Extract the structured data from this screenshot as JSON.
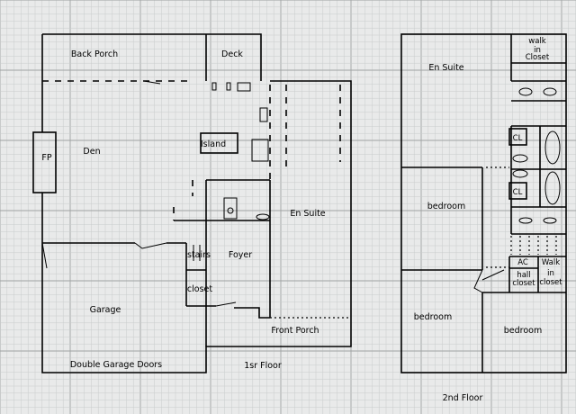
{
  "floors": {
    "first": {
      "caption": "1sr Floor",
      "rooms": {
        "back_porch": "Back Porch",
        "deck": "Deck",
        "den": "Den",
        "fireplace": "FP",
        "island": "Island",
        "en_suite": "En Suite",
        "stairs": "stairs",
        "foyer": "Foyer",
        "closet": "closet",
        "garage": "Garage",
        "front_porch": "Front Porch",
        "garage_doors": "Double Garage Doors"
      }
    },
    "second": {
      "caption": "2nd Floor",
      "rooms": {
        "en_suite": "En Suite",
        "walk_in_closet_line1": "walk",
        "walk_in_closet_line2": "in",
        "walk_in_closet_line3": "Closet",
        "cl_upper": "CL",
        "cl_lower": "CL",
        "bedroom_upper": "bedroom",
        "bedroom_left": "bedroom",
        "bedroom_right": "bedroom",
        "ac": "AC",
        "walk_line1": "Walk",
        "walk_line2": "in",
        "walk_line3": "closet",
        "hall_closet_line1": "hall",
        "hall_closet_line2": "closet"
      }
    }
  },
  "colors": {
    "background": "#e9eaea",
    "grid_minor": "#c9cccc",
    "grid_major": "#9fa3a3",
    "walls": "#000000"
  }
}
